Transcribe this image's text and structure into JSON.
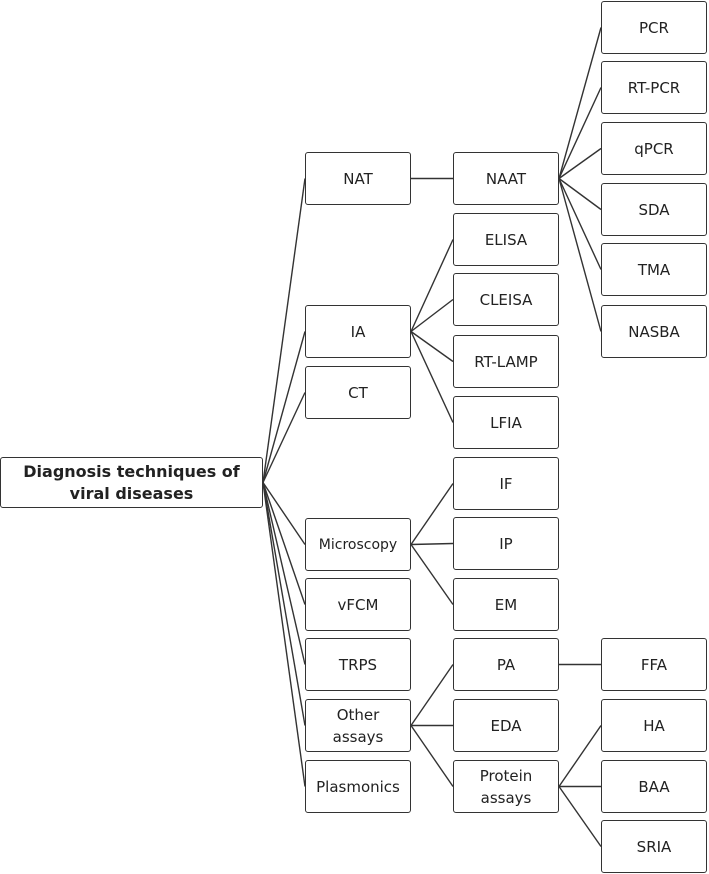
{
  "diagram": {
    "root": "Diagnosis techniques of viral diseases",
    "root_lines": [
      "Diagnosis techniques of",
      "viral diseases"
    ],
    "categories": [
      {
        "id": "nat",
        "label": "NAT",
        "children": [
          "naat"
        ]
      },
      {
        "id": "ia",
        "label": "IA",
        "children": [
          "elisa",
          "cleisa",
          "rtlamp",
          "lfia"
        ]
      },
      {
        "id": "ct",
        "label": "CT",
        "children": []
      },
      {
        "id": "microscopy",
        "label": "Microscopy",
        "children": [
          "if",
          "ip",
          "em"
        ]
      },
      {
        "id": "vfcm",
        "label": "vFCM",
        "children": []
      },
      {
        "id": "trps",
        "label": "TRPS",
        "children": []
      },
      {
        "id": "other",
        "label": "Other assays",
        "lines": [
          "Other",
          "assays"
        ],
        "children": [
          "pa",
          "eda",
          "protein"
        ]
      },
      {
        "id": "plasmonics",
        "label": "Plasmonics",
        "children": []
      }
    ],
    "second_level": [
      {
        "id": "naat",
        "label": "NAAT",
        "children": [
          "pcr",
          "rtpcr",
          "qpcr",
          "sda",
          "tma",
          "nasba"
        ]
      },
      {
        "id": "elisa",
        "label": "ELISA"
      },
      {
        "id": "cleisa",
        "label": "CLEISA"
      },
      {
        "id": "rtlamp",
        "label": "RT-LAMP"
      },
      {
        "id": "lfia",
        "label": "LFIA"
      },
      {
        "id": "if",
        "label": "IF"
      },
      {
        "id": "ip",
        "label": "IP"
      },
      {
        "id": "em",
        "label": "EM"
      },
      {
        "id": "pa",
        "label": "PA",
        "children": [
          "ffa"
        ]
      },
      {
        "id": "eda",
        "label": "EDA"
      },
      {
        "id": "protein",
        "label": "Protein assays",
        "lines": [
          "Protein",
          "assays"
        ],
        "children": [
          "ha",
          "baa",
          "sria"
        ]
      }
    ],
    "third_level": [
      {
        "id": "pcr",
        "label": "PCR"
      },
      {
        "id": "rtpcr",
        "label": "RT-PCR"
      },
      {
        "id": "qpcr",
        "label": "qPCR"
      },
      {
        "id": "sda",
        "label": "SDA"
      },
      {
        "id": "tma",
        "label": "TMA"
      },
      {
        "id": "nasba",
        "label": "NASBA"
      },
      {
        "id": "ffa",
        "label": "FFA"
      },
      {
        "id": "ha",
        "label": "HA"
      },
      {
        "id": "baa",
        "label": "BAA"
      },
      {
        "id": "sria",
        "label": "SRIA"
      }
    ]
  }
}
